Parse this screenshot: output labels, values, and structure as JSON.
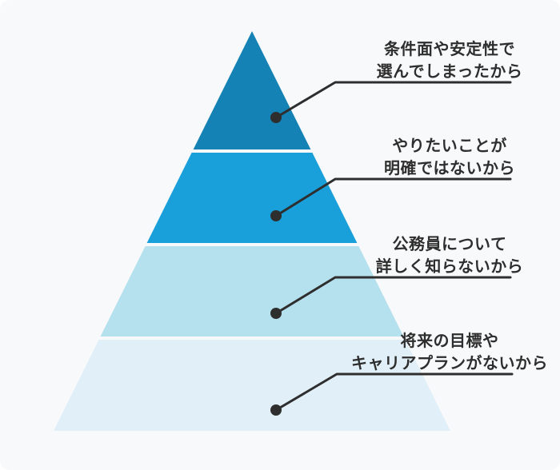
{
  "card": {
    "background": "#f8f9fa"
  },
  "pyramid": {
    "connector_color": "#2e2e2e",
    "text_color": "#2e2e2e",
    "levels": [
      {
        "rank": 1,
        "color": "#1482b4",
        "label_line1": "条件面や安定性で",
        "label_line2": "選んでしまったから"
      },
      {
        "rank": 2,
        "color": "#199fd9",
        "label_line1": "やりたいことが",
        "label_line2": "明確ではないから"
      },
      {
        "rank": 3,
        "color": "#b5e1ef",
        "label_line1": "公務員について",
        "label_line2": "詳しく知らないから"
      },
      {
        "rank": 4,
        "color": "#e1f0f8",
        "label_line1": "将来の目標や",
        "label_line2": "キャリアプランがないから"
      }
    ]
  }
}
